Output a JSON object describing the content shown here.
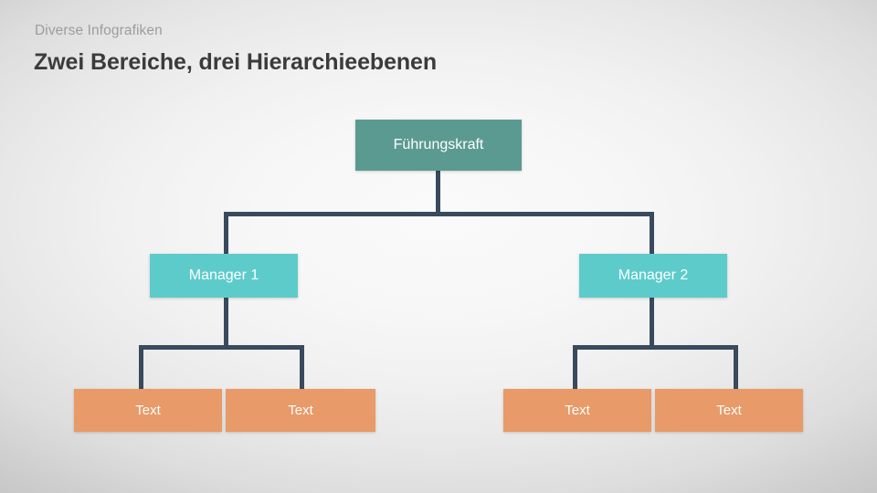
{
  "header": {
    "subtitle": "Diverse Infografiken",
    "title": "Zwei Bereiche, drei Hierarchieebenen"
  },
  "colors": {
    "leader_box": "#5b9a91",
    "manager_box": "#5ecbcb",
    "leaf_box": "#e89a68",
    "connector": "#394a5e",
    "title_text": "#3b3b3b",
    "subtitle_text": "#9d9d9d",
    "box_text": "#ffffff",
    "background_center": "#fafafa",
    "background_edge": "#c8c8c8"
  },
  "chart": {
    "type": "org-chart",
    "levels": 3,
    "branches": 2,
    "nodes": {
      "leader": {
        "label": "Führungskraft",
        "level": 1
      },
      "managers": [
        {
          "label": "Manager 1",
          "level": 2
        },
        {
          "label": "Manager 2",
          "level": 2
        }
      ],
      "leaves": [
        {
          "label": "Text",
          "level": 3,
          "parent": "Manager 1"
        },
        {
          "label": "Text",
          "level": 3,
          "parent": "Manager 1"
        },
        {
          "label": "Text",
          "level": 3,
          "parent": "Manager 2"
        },
        {
          "label": "Text",
          "level": 3,
          "parent": "Manager 2"
        }
      ]
    }
  }
}
